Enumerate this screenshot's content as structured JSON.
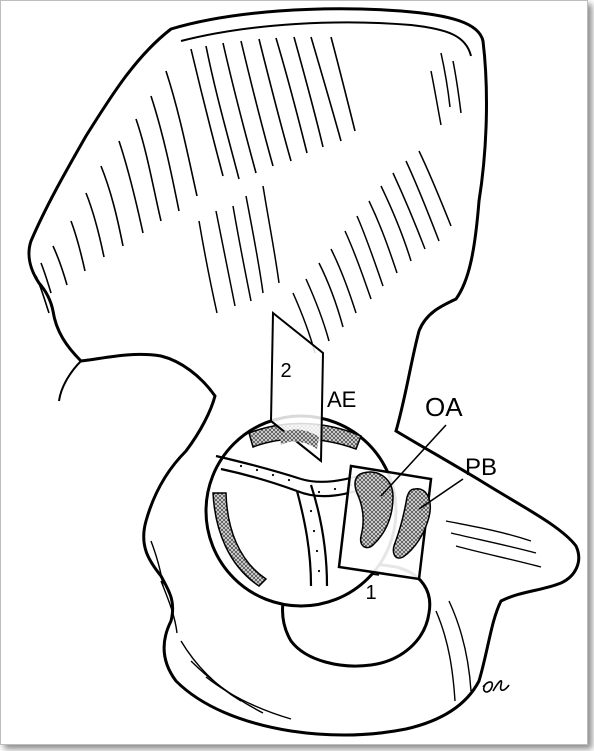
{
  "figure": {
    "labels": {
      "plane_2": "2",
      "plane_1": "1",
      "ae": "AE",
      "oa": "OA",
      "pb": "PB"
    },
    "colors": {
      "ink": "#000000",
      "paper": "#ffffff",
      "stipple": "#808080",
      "frame_shadow": "#737373"
    }
  }
}
